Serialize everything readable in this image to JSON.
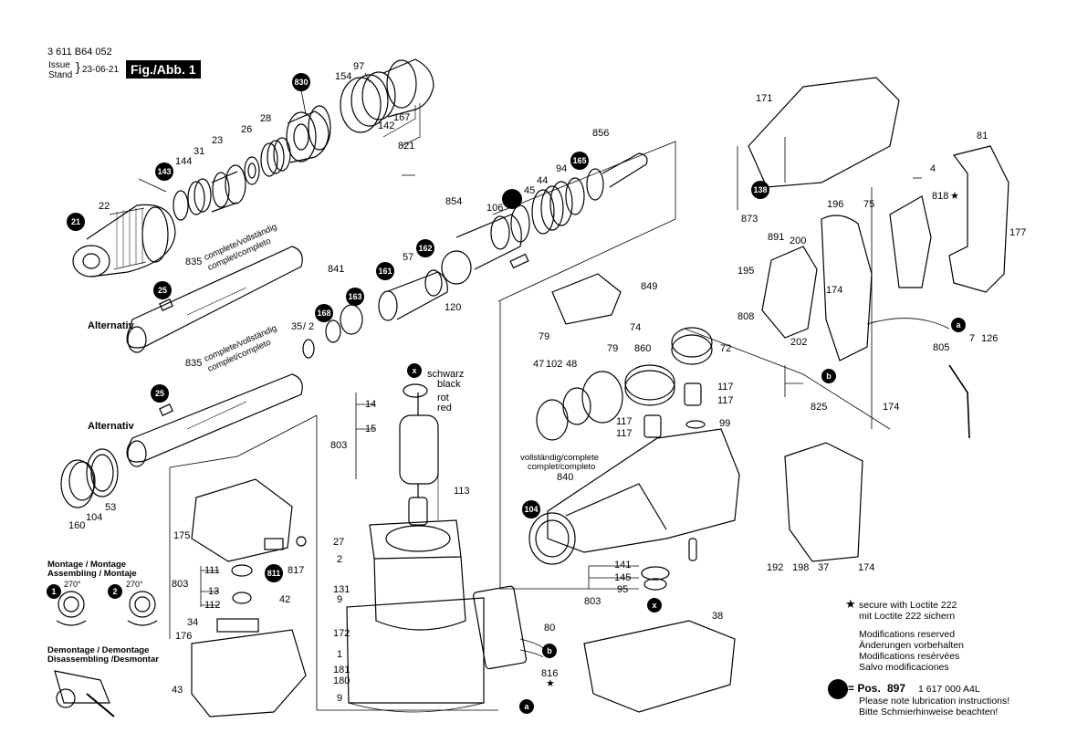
{
  "header": {
    "doc_number": "3 611 B64 052",
    "issue_de": "Issue",
    "issue_en": "Stand",
    "date": "23-06-21",
    "fig_label": "Fig./Abb. 1"
  },
  "labels": {
    "alternativ_1": "Alternativ",
    "alternativ_2": "Alternativ",
    "complete_1a": "complete/vollständig",
    "complete_1b": "complet/completo",
    "complete_2a": "complete/vollständig",
    "complete_2b": "complet/completo",
    "complete_3a": "vollständig/complete",
    "complete_3b": "complet/completo",
    "schwarz": "schwarz",
    "black": "black",
    "rot": "rot",
    "red": "red",
    "montage_1": "Montage / Montage",
    "montage_2": "Assembling / Montaje",
    "demontage_1": "Demontage / Demontage",
    "demontage_2": "Disassembling /Desmontar",
    "angle_1": "270°",
    "angle_2": "270°"
  },
  "parts": {
    "p830": "830",
    "p154": "154",
    "p97": "97",
    "p26": "26",
    "p28": "28",
    "p23": "23",
    "p31": "31",
    "p144": "144",
    "p143": "143",
    "p22": "22",
    "p21": "21",
    "p167": "167",
    "p142": "142",
    "p821": "821",
    "p856": "856",
    "p165": "165",
    "p94": "94",
    "p44": "44",
    "p45": "45",
    "p854": "854",
    "p106": "106",
    "p162": "162",
    "p57": "57",
    "p161": "161",
    "p120": "120",
    "p835a": "835",
    "p25a": "25",
    "p835b": "835",
    "p25b": "25",
    "p841": "841",
    "p163": "163",
    "p168": "168",
    "p35": "35",
    "p2": "2",
    "p849": "849",
    "p74": "74",
    "p79a": "79",
    "p79b": "79",
    "p860": "860",
    "p72": "72",
    "p47": "47",
    "p102": "102",
    "p48": "48",
    "p117a": "117",
    "p117b": "117",
    "p117c": "117",
    "p117d": "117",
    "p99": "99",
    "p840": "840",
    "p104b": "104",
    "p141": "141",
    "p145": "145",
    "p95": "95",
    "p803c": "803",
    "p14": "14",
    "p15": "15",
    "p803a": "803",
    "p113": "113",
    "p27": "27",
    "p2b": "2",
    "p131": "131",
    "p9a": "9",
    "p172": "172",
    "p1": "1",
    "p181": "181",
    "p180": "180",
    "p9b": "9",
    "p80": "80",
    "p816": "816",
    "p38": "38",
    "p160": "160",
    "p104": "104",
    "p53": "53",
    "p175": "175",
    "p111": "111",
    "p803b": "803",
    "p13": "13",
    "p112": "112",
    "p811": "811",
    "p817": "817",
    "p42": "42",
    "p34": "34",
    "p176": "176",
    "p43": "43",
    "p171": "171",
    "p138": "138",
    "p873": "873",
    "p81": "81",
    "p4": "4",
    "p818": "818",
    "p196": "196",
    "p75": "75",
    "p891": "891",
    "p200": "200",
    "p195": "195",
    "p174a": "174",
    "p808": "808",
    "p202": "202",
    "p177": "177",
    "p7": "7",
    "p126": "126",
    "p805": "805",
    "p825": "825",
    "p174b": "174",
    "p192": "192",
    "p198": "198",
    "p37": "37",
    "p174c": "174",
    "ca": "a",
    "cb": "b",
    "cx": "x",
    "c1": "1",
    "c2": "2"
  },
  "notes": {
    "star_1": "secure with Loctite 222",
    "star_2": "mit Loctite 222 sichern",
    "mod_1": "Modifications reserved",
    "mod_2": "Änderungen vorbehalten",
    "mod_3": "Modifications resérvées",
    "mod_4": "Salvo modificaciones",
    "pos_label": "= Pos.",
    "pos_number": "897",
    "pos_part": "1 617 000 A4L",
    "lub_1": "Please note lubrication instructions!",
    "lub_2": "Bitte Schmierhinweise beachten!"
  }
}
